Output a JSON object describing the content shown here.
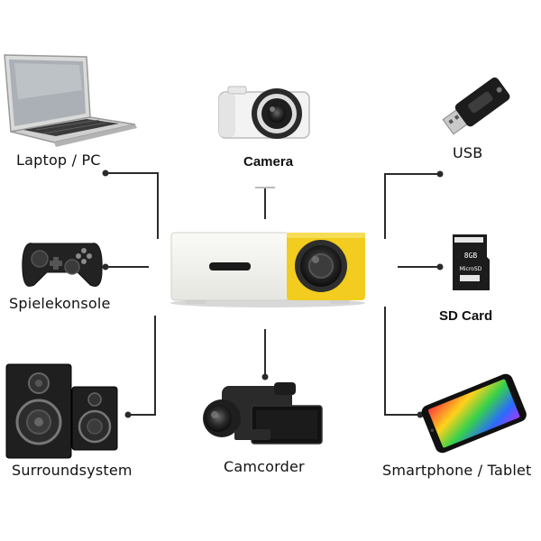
{
  "title": "",
  "center_device": {
    "icon": "mini-projector-icon",
    "colors": {
      "body": "#f1f1ec",
      "accent": "#f2cc1e"
    }
  },
  "nodes": [
    {
      "id": "laptop",
      "label": "Laptop / PC",
      "icon": "laptop-icon",
      "style": "regular"
    },
    {
      "id": "camera",
      "label": "Camera",
      "icon": "camera-icon",
      "style": "bold"
    },
    {
      "id": "usb",
      "label": "USB",
      "icon": "usb-stick-icon",
      "style": "regular"
    },
    {
      "id": "gamepad",
      "label": "Spielekonsole",
      "icon": "gamepad-icon",
      "style": "regular"
    },
    {
      "id": "sdcard",
      "label": "SD Card",
      "icon": "sd-card-icon",
      "style": "bold"
    },
    {
      "id": "speakers",
      "label": "Surroundsystem",
      "icon": "speakers-icon",
      "style": "regular"
    },
    {
      "id": "camcorder",
      "label": "Camcorder",
      "icon": "camcorder-icon",
      "style": "regular"
    },
    {
      "id": "smartphone",
      "label": "Smartphone / Tablet",
      "icon": "smartphone-icon",
      "style": "regular"
    }
  ],
  "sd_card_text": "MicroSD"
}
